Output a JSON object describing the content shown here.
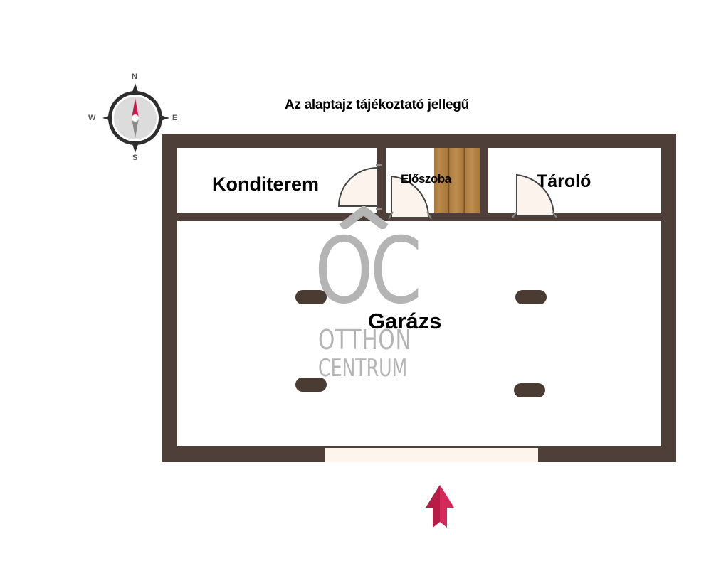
{
  "title": "Az alaptajz tájékoztató jellegű",
  "compass": {
    "north": "N",
    "south": "S",
    "east": "E",
    "west": "W",
    "needle_color": "#c8194a"
  },
  "rooms": {
    "konditerem": "Konditerem",
    "eloszoba": "Előszoba",
    "tarolo": "Tároló",
    "garazs": "Garázs"
  },
  "watermark": {
    "logo": "OC",
    "line1": "OTTHON",
    "line2": "CENTRUM"
  },
  "entrance_arrow_color": "#d42a5a",
  "wall_color": "#4e4038"
}
